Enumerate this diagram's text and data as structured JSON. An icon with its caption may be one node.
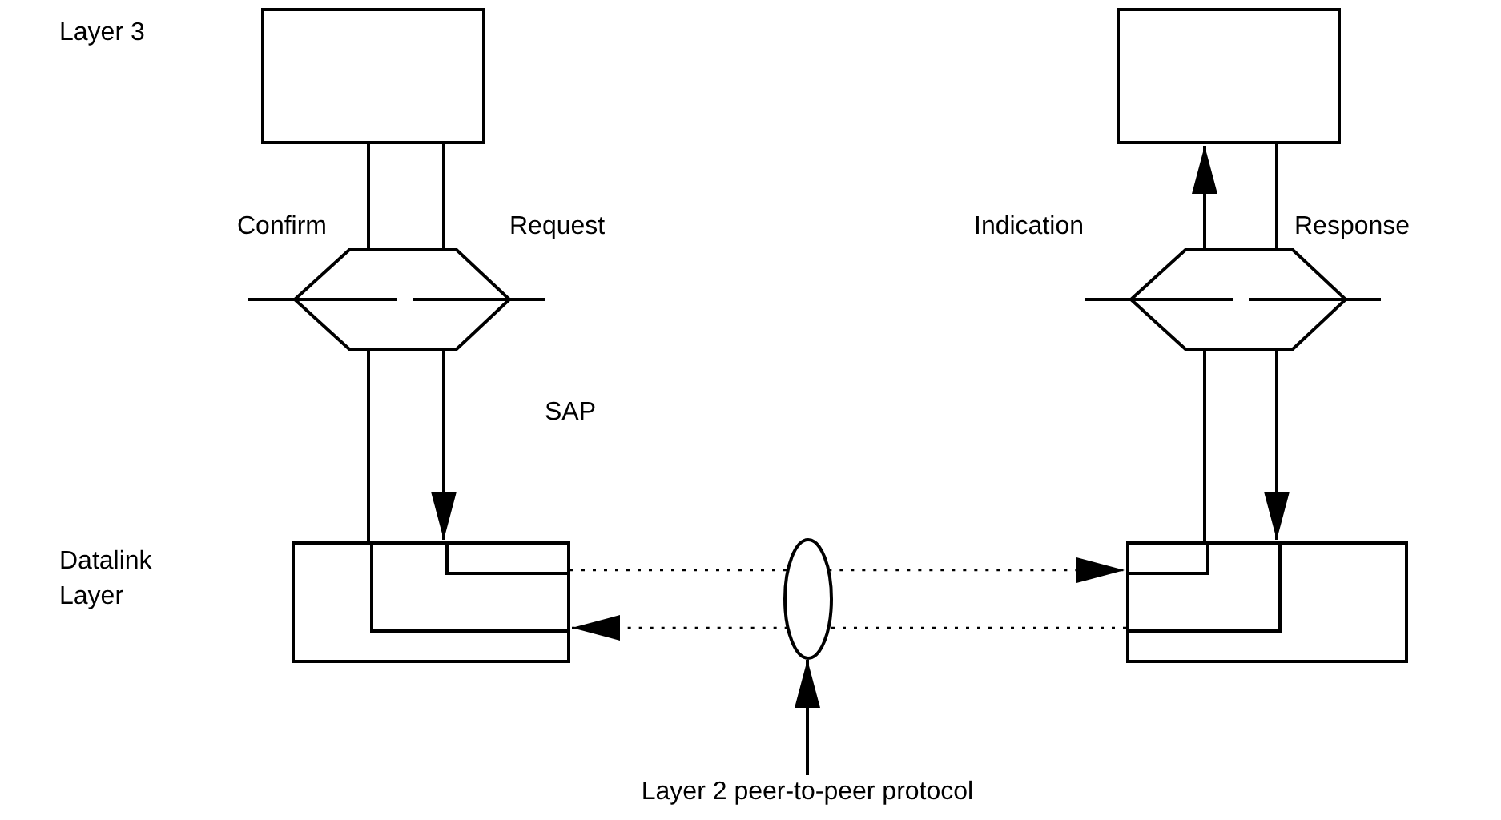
{
  "diagram": {
    "nodes": [
      {
        "text": [],
        "shape": "box"
      },
      {
        "text": [],
        "shape": "box"
      },
      {
        "text": [],
        "shape": "hexagon"
      },
      {
        "text": [],
        "shape": "hexagon"
      },
      {
        "text": [],
        "shape": "box"
      },
      {
        "text": [],
        "shape": "ellipse"
      },
      {
        "text": [],
        "shape": "box"
      },
      {
        "text": [
          "Layer 2 peer-to-peer protocol"
        ]
      }
    ],
    "edges": [
      {
        "from": 0,
        "to": 2,
        "arrow": "none"
      },
      {
        "from": 2,
        "to": 4,
        "arrow": "to"
      },
      {
        "from": 4,
        "to": 2,
        "arrow": "none"
      },
      {
        "from": 2,
        "to": 0,
        "arrow": "none"
      },
      {
        "from": 4,
        "to": 5,
        "arrow": "none",
        "style": "dashed"
      },
      {
        "from": 5,
        "to": 6,
        "arrow": "to",
        "style": "dashed"
      },
      {
        "from": 6,
        "to": 5,
        "arrow": "none",
        "style": "dashed"
      },
      {
        "from": 5,
        "to": 4,
        "arrow": "to",
        "style": "dashed"
      },
      {
        "from": 6,
        "to": 3,
        "arrow": "none"
      },
      {
        "from": 3,
        "to": 1,
        "arrow": "to"
      },
      {
        "from": 1,
        "to": 3,
        "arrow": "none"
      },
      {
        "from": 3,
        "to": 6,
        "arrow": "to"
      },
      {
        "from": 7,
        "to": 5,
        "arrow": "to"
      }
    ],
    "labels": [
      "Layer 3",
      "Confirm",
      "Request",
      "Indication",
      "Response",
      "SAP",
      "Datalink Layer"
    ]
  }
}
